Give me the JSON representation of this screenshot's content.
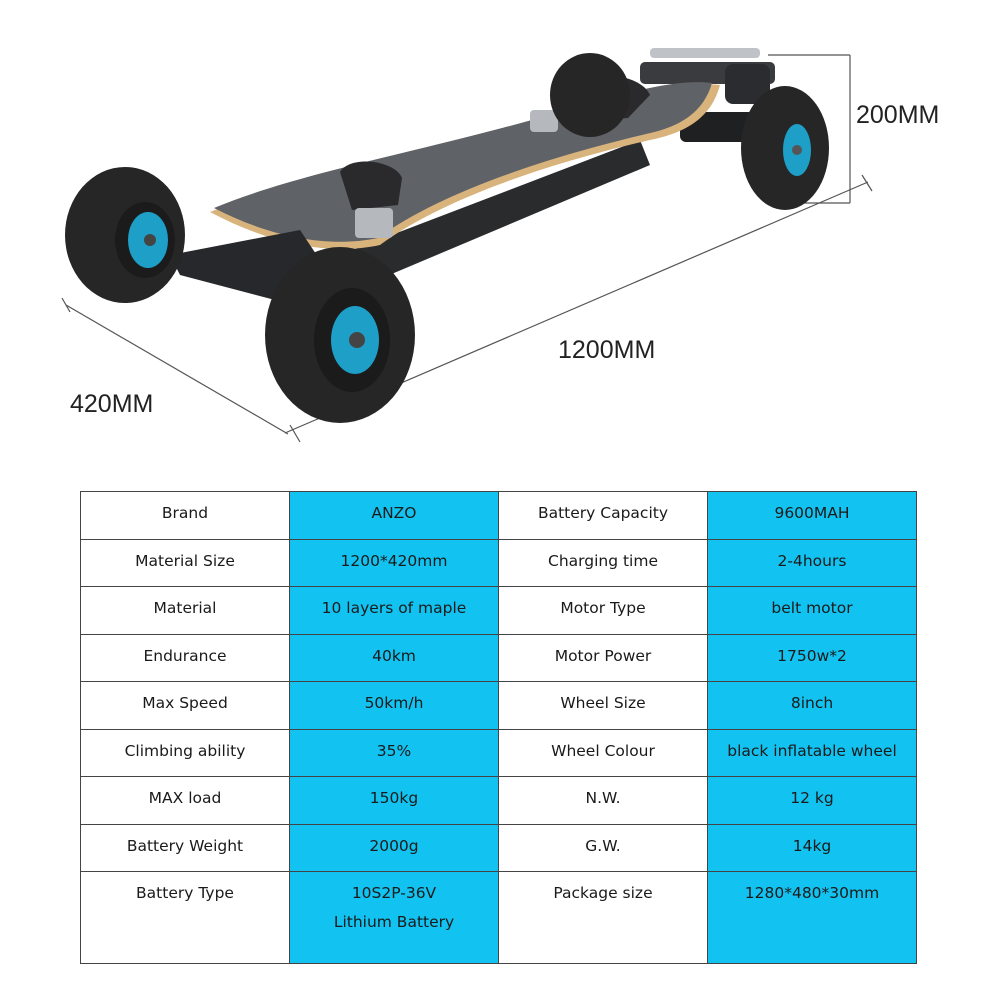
{
  "dimensions": {
    "height": "200MM",
    "length": "1200MM",
    "width": "420MM"
  },
  "colors": {
    "value_cell": "#12c3f1",
    "deck_grip": "#5f6266",
    "deck_wood": "#d8b37c",
    "wheel_rubber": "#262626",
    "hub": "#1d9fc8"
  },
  "specs": {
    "rows": [
      {
        "label1": "Brand",
        "value1": "ANZO",
        "label2": "Battery Capacity",
        "value2": "9600MAH"
      },
      {
        "label1": "Material Size",
        "value1": "1200*420mm",
        "label2": "Charging time",
        "value2": "2-4hours"
      },
      {
        "label1": "Material",
        "value1": "10 layers of maple",
        "label2": "Motor Type",
        "value2": "belt motor"
      },
      {
        "label1": "Endurance",
        "value1": "40km",
        "label2": "Motor Power",
        "value2": "1750w*2"
      },
      {
        "label1": "Max Speed",
        "value1": "50km/h",
        "label2": "Wheel Size",
        "value2": "8inch"
      },
      {
        "label1": "Climbing ability",
        "value1": "35%",
        "label2": "Wheel Colour",
        "value2": "black inflatable wheel"
      },
      {
        "label1": "MAX load",
        "value1": "150kg",
        "label2": "N.W.",
        "value2": "12 kg"
      },
      {
        "label1": "Battery Weight",
        "value1": "2000g",
        "label2": "G.W.",
        "value2": "14kg"
      },
      {
        "label1": "Battery Type",
        "value1": "10S2P-36V",
        "value1b": "Lithium Battery",
        "label2": "Package size",
        "value2": "1280*480*30mm"
      }
    ]
  }
}
